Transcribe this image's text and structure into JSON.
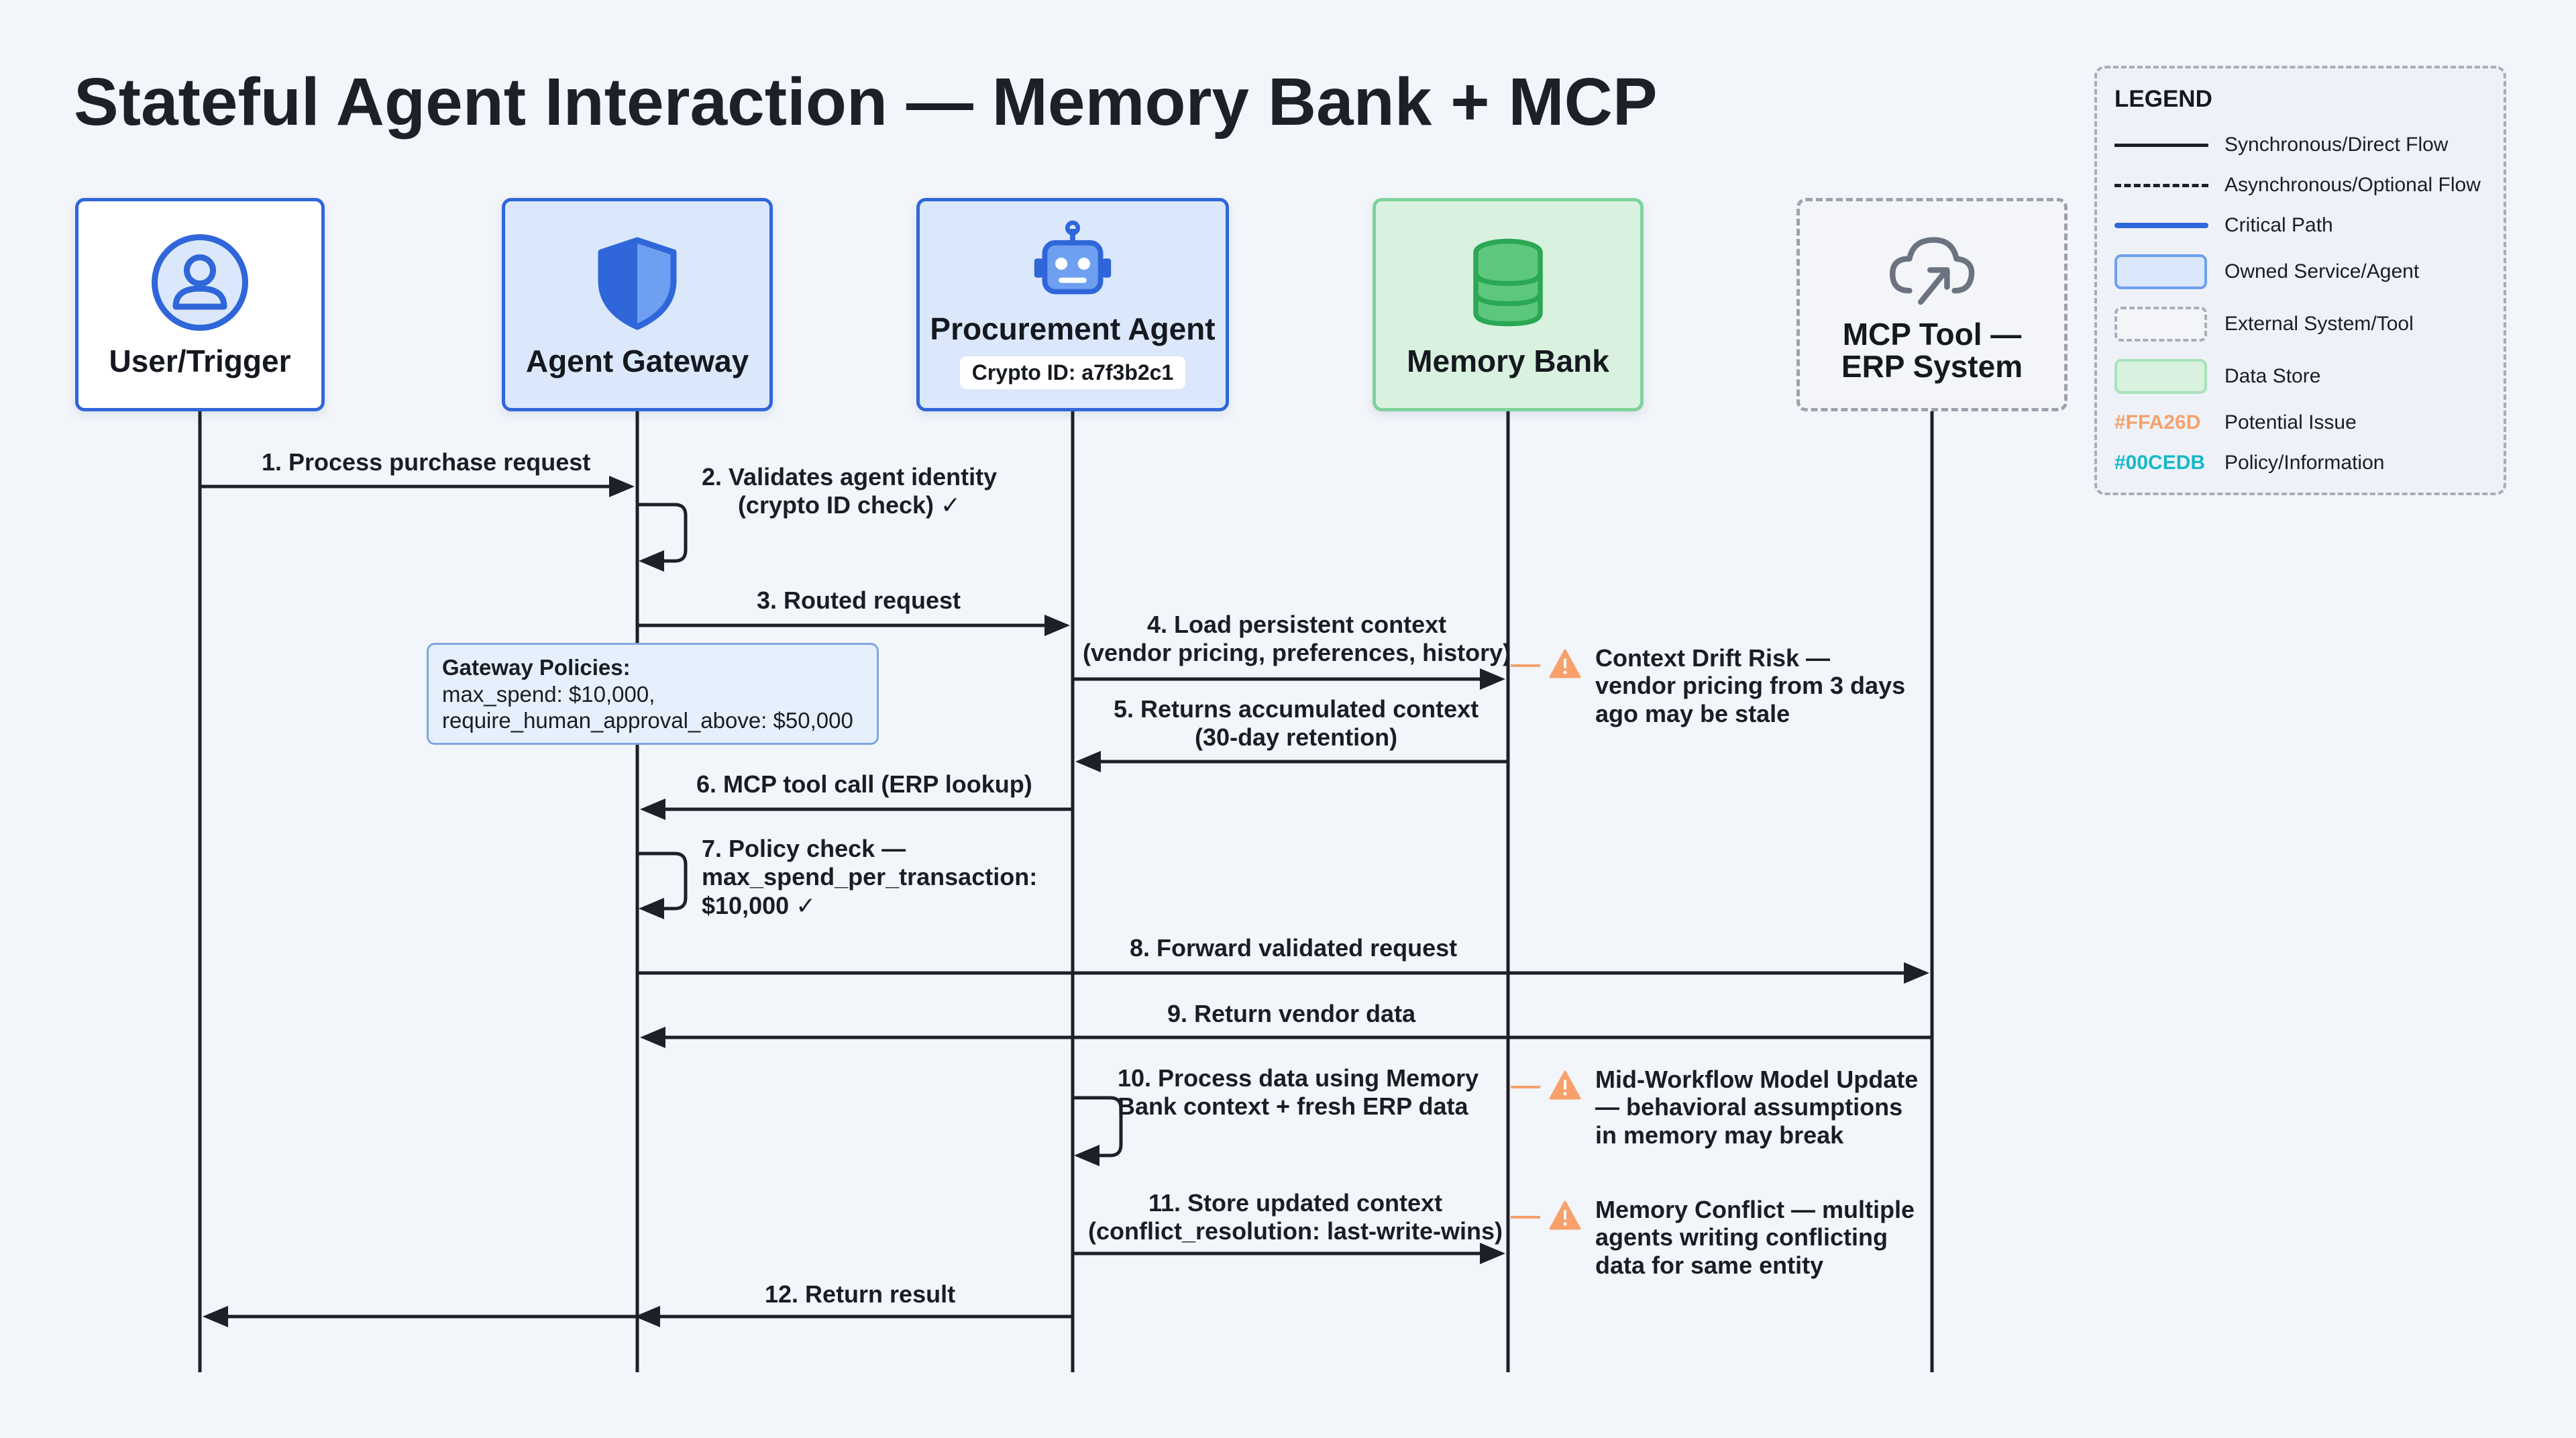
{
  "title": "Stateful Agent Interaction — Memory Bank + MCP",
  "participants": [
    {
      "id": "user",
      "label": "User/Trigger",
      "kind": "client",
      "icon": "user-icon"
    },
    {
      "id": "gateway",
      "label": "Agent Gateway",
      "kind": "owned",
      "icon": "shield-icon"
    },
    {
      "id": "agent",
      "label": "Procurement Agent",
      "sublabel": "Crypto ID: a7f3b2c1",
      "kind": "owned",
      "icon": "robot-icon"
    },
    {
      "id": "memory",
      "label": "Memory Bank",
      "kind": "store",
      "icon": "database-icon"
    },
    {
      "id": "mcp",
      "label": "MCP Tool —\nERP System",
      "kind": "external",
      "icon": "cloud-upload-icon"
    }
  ],
  "messages": [
    {
      "n": 1,
      "text": "1. Process purchase request",
      "from": "user",
      "to": "gateway",
      "style": "solid"
    },
    {
      "n": 2,
      "text": "2. Validates agent identity\n(crypto ID check) ✓",
      "from": "gateway",
      "to": "gateway",
      "style": "self"
    },
    {
      "n": 3,
      "text": "3. Routed request",
      "from": "gateway",
      "to": "agent",
      "style": "solid"
    },
    {
      "n": 4,
      "text": "4. Load persistent context\n(vendor pricing, preferences, history)",
      "from": "agent",
      "to": "memory",
      "style": "solid"
    },
    {
      "n": 5,
      "text": "5. Returns accumulated context\n(30-day retention)",
      "from": "memory",
      "to": "agent",
      "style": "solid"
    },
    {
      "n": 6,
      "text": "6. MCP tool call (ERP lookup)",
      "from": "agent",
      "to": "gateway",
      "style": "solid"
    },
    {
      "n": 7,
      "text": "7. Policy check —\nmax_spend_per_transaction:\n$10,000 ✓",
      "from": "gateway",
      "to": "gateway",
      "style": "self"
    },
    {
      "n": 8,
      "text": "8. Forward validated request",
      "from": "gateway",
      "to": "mcp",
      "style": "solid"
    },
    {
      "n": 9,
      "text": "9. Return vendor data",
      "from": "mcp",
      "to": "gateway",
      "style": "solid"
    },
    {
      "n": 10,
      "text": "10. Process data using Memory\nBank context + fresh ERP data",
      "from": "agent",
      "to": "agent",
      "style": "self"
    },
    {
      "n": 11,
      "text": "11. Store updated context\n(conflict_resolution: last-write-wins)",
      "from": "agent",
      "to": "memory",
      "style": "solid"
    },
    {
      "n": 12,
      "text": "12. Return result",
      "from": "agent",
      "to": "user",
      "style": "solid"
    }
  ],
  "policy_box": {
    "title": "Gateway Policies:",
    "line1": "max_spend: $10,000,",
    "line2": "require_human_approval_above: $50,000"
  },
  "risks": [
    {
      "text": "Context Drift Risk —\nvendor pricing from 3 days\nago may be stale",
      "icon": "warning-icon"
    },
    {
      "text": "Mid-Workflow Model Update\n— behavioral assumptions\nin memory may break",
      "icon": "warning-icon"
    },
    {
      "text": "Memory Conflict — multiple\nagents writing conflicting\ndata for same entity",
      "icon": "warning-icon"
    }
  ],
  "legend": {
    "title": "LEGEND",
    "items": [
      {
        "key": "solid-line",
        "label": "Synchronous/Direct Flow"
      },
      {
        "key": "dashed-line",
        "label": "Asynchronous/Optional Flow"
      },
      {
        "key": "critical-line",
        "label": "Critical Path"
      },
      {
        "key": "owned-swatch",
        "label": "Owned Service/Agent"
      },
      {
        "key": "external-swatch",
        "label": "External System/Tool"
      },
      {
        "key": "store-swatch",
        "label": "Data Store"
      },
      {
        "key": "hex",
        "hex": "#FFA26D",
        "label": "Potential Issue"
      },
      {
        "key": "hex",
        "hex": "#00CEDB",
        "label": "Policy/Information"
      }
    ]
  },
  "colors": {
    "accent": "#2f66d9",
    "owned_fill": "#dbe8fb",
    "store_fill": "#d9f1df",
    "store_border": "#7fd39a",
    "external_border": "#9aa3ae",
    "issue": "#FFA26D",
    "policy": "#00CEDB",
    "arrow": "#1c2028"
  }
}
